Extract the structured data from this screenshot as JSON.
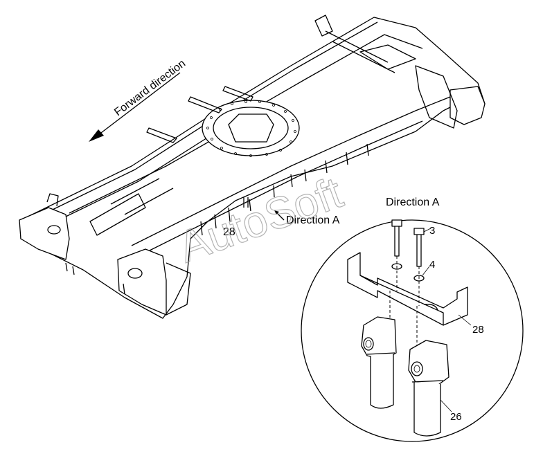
{
  "labels": {
    "forward_direction": "Forward direction",
    "direction_a_main": "Direction A",
    "direction_a_detail": "Direction A",
    "part_28_main": "28",
    "part_3": "3",
    "part_4": "4",
    "part_28_detail": "28",
    "part_26": "26"
  },
  "watermark": "AutoSoft",
  "colors": {
    "line": "#000000",
    "watermark": "#9a9a9a",
    "background": "#ffffff"
  }
}
